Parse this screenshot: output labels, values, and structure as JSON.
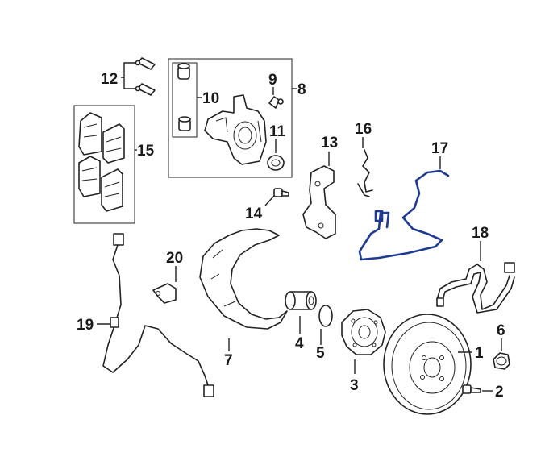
{
  "callouts": {
    "c1": "1",
    "c2": "2",
    "c3": "3",
    "c4": "4",
    "c5": "5",
    "c6": "6",
    "c7": "7",
    "c8": "8",
    "c9": "9",
    "c10": "10",
    "c11": "11",
    "c12": "12",
    "c13": "13",
    "c14": "14",
    "c15": "15",
    "c16": "16",
    "c17": "17",
    "c18": "18",
    "c19": "19",
    "c20": "20"
  },
  "colors": {
    "line": "#222222",
    "highlight": "#1f3a93",
    "background": "#ffffff"
  }
}
